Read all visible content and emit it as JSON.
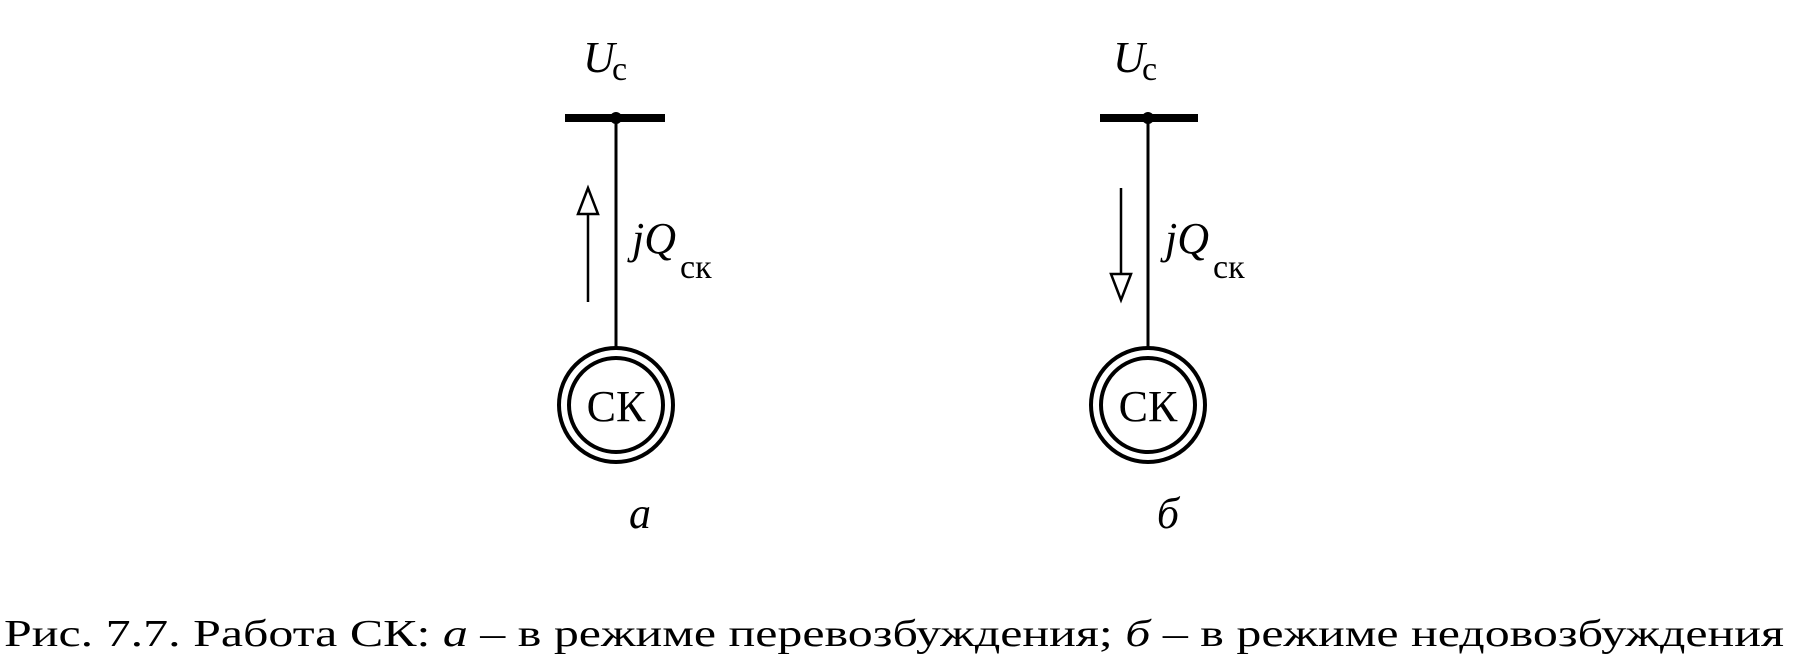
{
  "panels": [
    {
      "bus_voltage_main": "U",
      "bus_voltage_sub": "с",
      "flow_prefix": "jQ",
      "flow_sub": "ск",
      "machine_label": "СК",
      "panel_letter": "а",
      "arrow_direction": "up"
    },
    {
      "bus_voltage_main": "U",
      "bus_voltage_sub": "с",
      "flow_prefix": "jQ",
      "flow_sub": "ск",
      "machine_label": "СК",
      "panel_letter": "б",
      "arrow_direction": "down"
    }
  ],
  "caption": {
    "prefix": "Рис. 7.7. Работа СК: ",
    "letter_a": "а",
    "text_a": " – в режиме перевозбуждения; ",
    "letter_b": "б",
    "text_b": " – в режиме недовозбуждения"
  }
}
